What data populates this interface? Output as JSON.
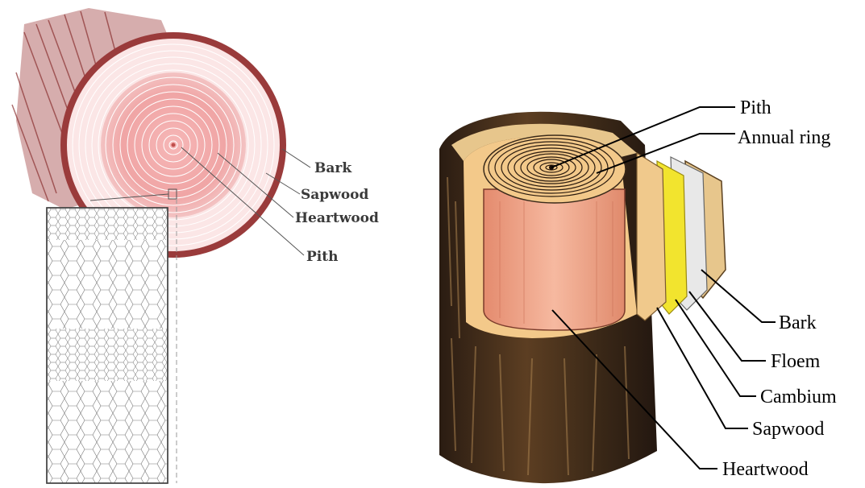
{
  "left_diagram": {
    "labels": {
      "bark": "Bark",
      "sapwood": "Sapwood",
      "heartwood": "Heartwood",
      "pith": "Pith"
    },
    "colors": {
      "bark": "#9a3b3b",
      "heartwood": "#f2a8a8",
      "sapwood": "#fbe6e6"
    }
  },
  "right_diagram": {
    "labels": {
      "pith": "Pith",
      "annual_ring": "Annual ring",
      "bark": "Bark",
      "floem": "Floem",
      "cambium": "Cambium",
      "sapwood": "Sapwood",
      "heartwood": "Heartwood"
    },
    "colors": {
      "bark": "#3b2a1c",
      "heartwood": "#f0a98a",
      "sapwood": "#f3c98a",
      "cambium": "#f2e42e",
      "floem": "#e8e8e8"
    }
  }
}
